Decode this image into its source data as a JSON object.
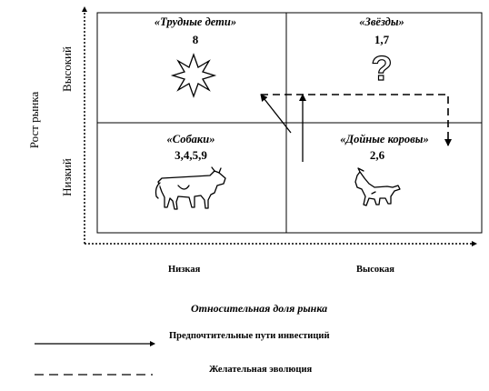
{
  "matrix": {
    "quadrants": {
      "top_left": {
        "title": "«Трудные дети»",
        "numbers": "8",
        "icon": "star-icon"
      },
      "top_right": {
        "title": "«Звёзды»",
        "numbers": "1,7",
        "icon": "question-mark-icon"
      },
      "bottom_left": {
        "title": "«Собаки»",
        "numbers": "3,4,5,9",
        "icon": "cow-icon"
      },
      "bottom_right": {
        "title": "«Дойные коровы»",
        "numbers": "2,6",
        "icon": "dog-icon"
      }
    },
    "y_axis": {
      "title": "Рост рынка",
      "high": "Высокий",
      "low": "Низкий"
    },
    "x_axis": {
      "title": "Относительная доля рынка",
      "low": "Низкая",
      "high": "Высокая"
    }
  },
  "legend": [
    {
      "label": "Предпочтительные пути инвестиций",
      "style": "solid-arrow"
    },
    {
      "label": "Желательная эволюция",
      "style": "dashed-line"
    }
  ]
}
